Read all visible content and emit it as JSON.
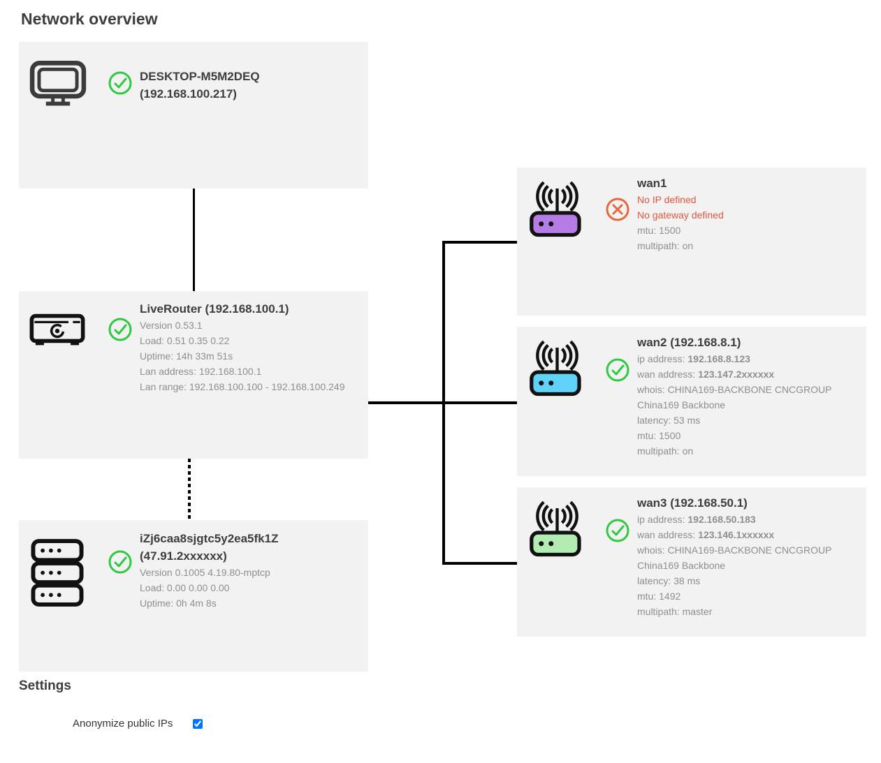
{
  "page_title": "Network overview",
  "colors": {
    "box_bg": "#f2f2f2",
    "ok": "#2ec940",
    "error": "#e8663c",
    "error_text": "#e2553c",
    "title_text": "#3d3d3d",
    "detail_text": "#8e8e8e",
    "wan1_body": "#b67ce6",
    "wan2_body": "#5fd2f8",
    "wan3_body": "#b2ecb2",
    "icon_stroke": "#1a1a1a"
  },
  "nodes": {
    "desktop": {
      "title_line1": "DESKTOP-M5M2DEQ",
      "title_line2": "(192.168.100.217)",
      "status": "ok",
      "icon": "desktop-icon"
    },
    "liverouter": {
      "title": "LiveRouter (192.168.100.1)",
      "status": "ok",
      "icon": "router-box-icon",
      "lines": [
        {
          "label": "Version 0.53.1"
        },
        {
          "label": "Load: 0.51 0.35 0.22"
        },
        {
          "label": "Uptime: 14h 33m 51s"
        },
        {
          "label": "Lan address: 192.168.100.1"
        },
        {
          "label": "Lan range: 192.168.100.100 - 192.168.100.249"
        }
      ]
    },
    "server": {
      "title_line1": "iZj6caa8sjgtc5y2ea5fk1Z",
      "title_line2": "(47.91.2xxxxxx)",
      "status": "ok",
      "icon": "server-icon",
      "lines": [
        {
          "label": "Version 0.1005 4.19.80-mptcp"
        },
        {
          "label": "Load: 0.00 0.00 0.00"
        },
        {
          "label": "Uptime: 0h 4m 8s"
        }
      ]
    },
    "wan1": {
      "title": "wan1",
      "status": "error",
      "icon": "wifi-router-icon",
      "errors": [
        "No IP defined",
        "No gateway defined"
      ],
      "lines": [
        {
          "label": "mtu: 1500"
        },
        {
          "label": "multipath: on"
        }
      ]
    },
    "wan2": {
      "title": "wan2 (192.168.8.1)",
      "status": "ok",
      "icon": "wifi-router-icon",
      "lines": [
        {
          "label": "ip address: ",
          "value": "192.168.8.123"
        },
        {
          "label": "wan address: ",
          "value": "123.147.2xxxxxx"
        },
        {
          "label": "whois: CHINA169-BACKBONE CNCGROUP China169 Backbone"
        },
        {
          "label": "latency: 53 ms"
        },
        {
          "label": "mtu: 1500"
        },
        {
          "label": "multipath: on"
        }
      ]
    },
    "wan3": {
      "title": "wan3 (192.168.50.1)",
      "status": "ok",
      "icon": "wifi-router-icon",
      "lines": [
        {
          "label": "ip address: ",
          "value": "192.168.50.183"
        },
        {
          "label": "wan address: ",
          "value": "123.146.1xxxxxx"
        },
        {
          "label": "whois: CHINA169-BACKBONE CNCGROUP China169 Backbone"
        },
        {
          "label": "latency: 38 ms"
        },
        {
          "label": "mtu: 1492"
        },
        {
          "label": "multipath: master"
        }
      ]
    }
  },
  "settings": {
    "heading": "Settings",
    "anonymize_label": "Anonymize public IPs",
    "anonymize_checked": true
  }
}
